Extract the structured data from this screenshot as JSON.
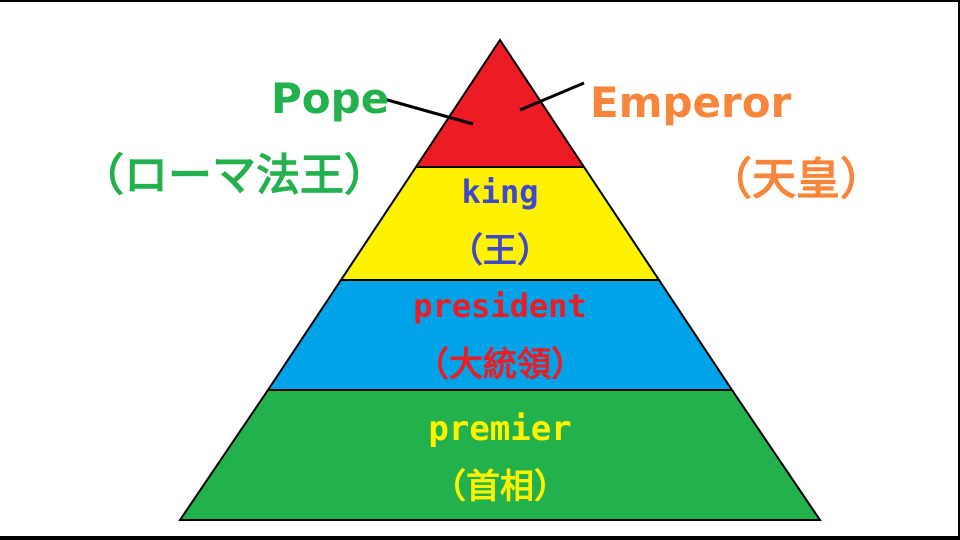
{
  "colors": {
    "apex": "#ED1C24",
    "king_layer": "#FFF200",
    "president_layer": "#00A2E8",
    "premier_layer": "#22B14C",
    "pope_text": "#22B14C",
    "emperor_text": "#F7863B",
    "king_text": "#3F48CC",
    "president_text": "#ED1C24",
    "premier_text": "#FFF200",
    "outline": "#000000"
  },
  "labels": {
    "pope": "Pope",
    "pope_jp": "（ローマ法王）",
    "emperor": "Emperor",
    "emperor_jp": "（天皇）",
    "king": "king",
    "king_jp": "（王）",
    "president": "president",
    "president_jp": "（大統領）",
    "premier": "premier",
    "premier_jp": "（首相）"
  }
}
